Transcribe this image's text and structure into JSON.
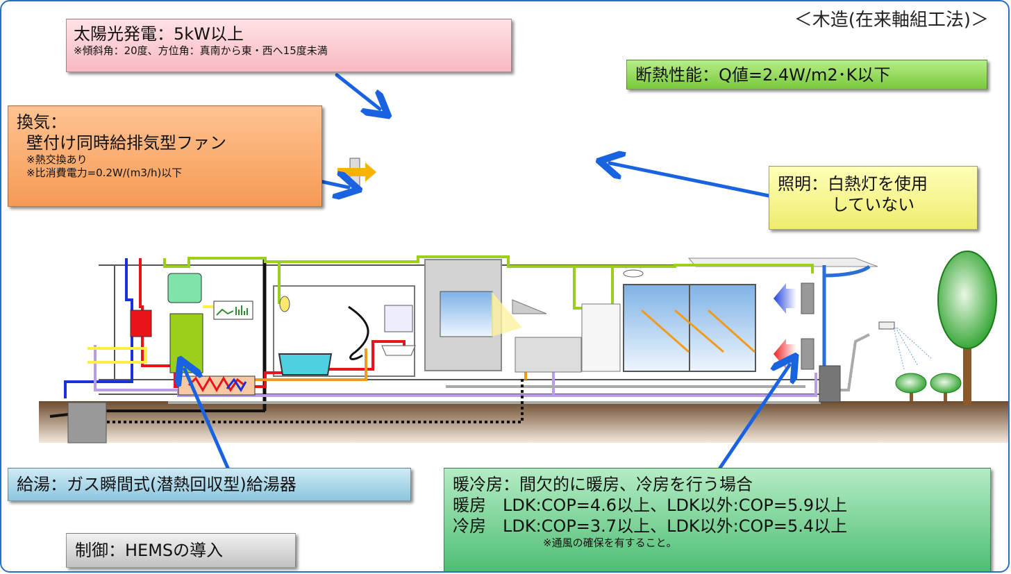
{
  "construction_label": "＜木造(在来軸組工法)＞",
  "solar": {
    "title": "太陽光発電：5kW以上",
    "note": "※傾斜角：20度、方位角：真南から東・西へ15度未満"
  },
  "insulation": {
    "text": "断熱性能：Q値=2.4W/m2･K以下"
  },
  "ventilation": {
    "line1": "換気：",
    "line2": "壁付け同時給排気型ファン",
    "note1": "※熱交換あり",
    "note2": "※比消費電力=0.2W/(m3/h)以下"
  },
  "lighting": {
    "line1": "照明：白熱灯を使用",
    "line2": "していない"
  },
  "hot_water": {
    "text": "給湯：ガス瞬間式(潜熱回収型)給湯器"
  },
  "control": {
    "text": "制御：HEMSの導入"
  },
  "hvac": {
    "line1": "暖冷房：間欠的に暖房、冷房を行う場合",
    "line2": "暖房　LDK:COP=4.6以上、LDK以外:COP=5.9以上",
    "line3": "冷房　LDK:COP=3.7以上、LDK以外:COP=5.4以上",
    "note": "※通風の確保を有すること。"
  },
  "colors": {
    "arrow": "#1a63e0",
    "hot_pipe": "#e8141a",
    "lime_pipe": "#9bcf1c",
    "cold_pipe": "#1732d6",
    "lavender_pipe": "#b89ee6",
    "ground": "#7a5a3a"
  }
}
